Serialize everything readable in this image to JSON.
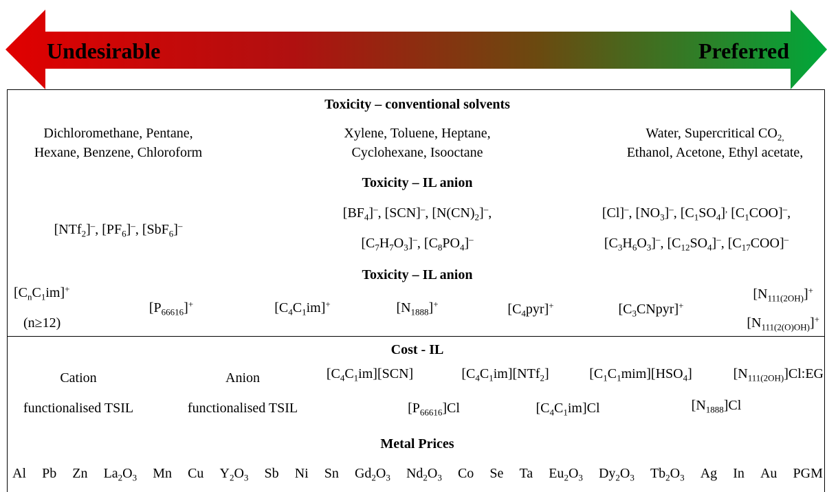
{
  "arrow": {
    "left_label": "Undesirable",
    "right_label": "Preferred",
    "colors": {
      "left": "#e00000",
      "mid": "#b01010",
      "right": "#00a83a"
    }
  },
  "solvents": {
    "heading": "Toxicity – conventional solvents",
    "undesirable_line1": "Dichloromethane, Pentane,",
    "undesirable_line2": "Hexane, Benzene, Chloroform",
    "mid_line1": "Xylene, Toluene, Heptane,",
    "mid_line2": "Cyclohexane, Isooctane",
    "preferred_line1_a": "Water, Supercritical CO",
    "preferred_line1_sub": "2,",
    "preferred_line2": "Ethanol, Acetone, Ethyl acetate,"
  },
  "anion": {
    "heading": "Toxicity – IL anion"
  },
  "cation": {
    "heading": "Toxicity – IL anion",
    "n_condition": "(n≥12)"
  },
  "cost": {
    "heading": "Cost - IL",
    "cation_line1": "Cation",
    "cation_line2": "functionalised TSIL",
    "anion_line1": "Anion",
    "anion_line2": "functionalised TSIL"
  },
  "metals": {
    "heading": "Metal Prices"
  }
}
